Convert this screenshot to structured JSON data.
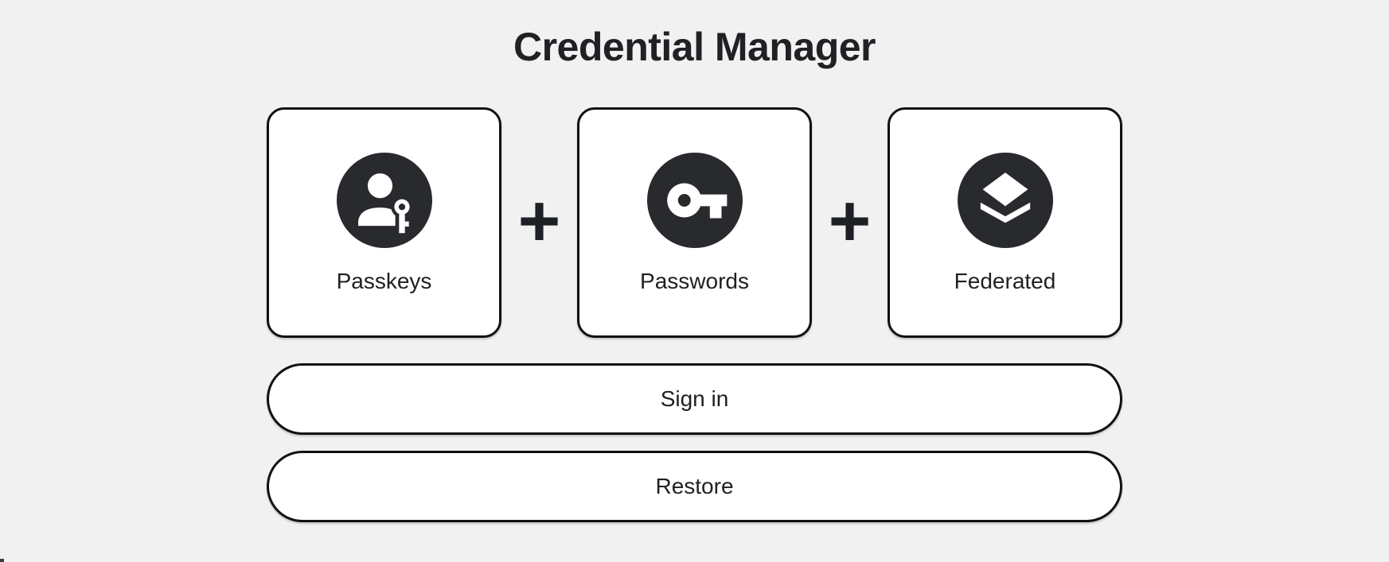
{
  "title": "Credential Manager",
  "separator": {
    "symbol": "+"
  },
  "cards": [
    {
      "label": "Passkeys",
      "icon": "passkey-icon"
    },
    {
      "label": "Passwords",
      "icon": "key-icon"
    },
    {
      "label": "Federated",
      "icon": "layers-icon"
    }
  ],
  "buttons": [
    {
      "label": "Sign in"
    },
    {
      "label": "Restore"
    }
  ],
  "colors": {
    "background": "#f1f1f2",
    "card_background": "#ffffff",
    "outline": "#111111",
    "icon_circle": "#282a2e",
    "text": "#202124"
  }
}
